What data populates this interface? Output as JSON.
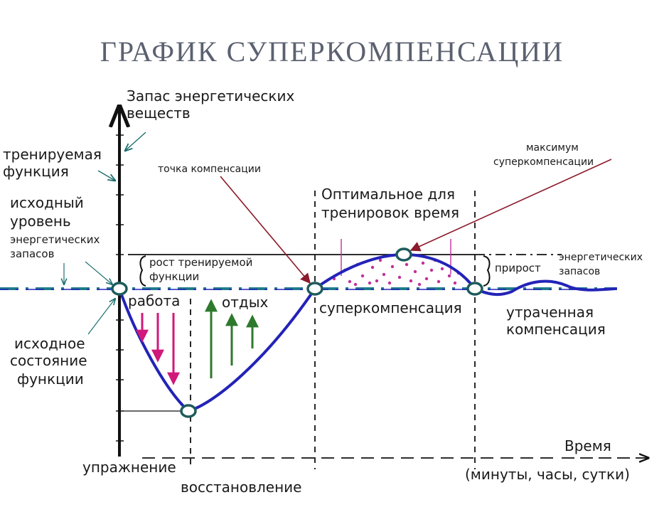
{
  "title": "ГРАФИК СУПЕРКОМПЕНСАЦИИ",
  "labels": {
    "y_axis_line1": "Запас энергетических",
    "y_axis_line2": "веществ",
    "trained_line1": "тренируемая",
    "trained_line2": "функция",
    "initial_level_line1": "исходный",
    "initial_level_line2": "уровень",
    "initial_level_line3": "энергетических",
    "initial_level_line4": "запасов",
    "initial_state_line1": "исходное",
    "initial_state_line2": "состояние",
    "initial_state_line3": "функции",
    "growth_line1": "рост тренируемой",
    "growth_line2": "функции",
    "work": "работа",
    "rest": "отдых",
    "compensation_point": "точка компенсации",
    "optimal_line1": "Оптимальное для",
    "optimal_line2": "тренировок время",
    "max_line1": "максимум",
    "max_line2": "суперкомпенсации",
    "supercompensation": "суперкомпенсация",
    "increase_label": "прирост",
    "energy_line1": "энергетических",
    "energy_line2": "запасов",
    "lost_line1": "утраченная",
    "lost_line2": "компенсация",
    "x_axis_line1": "Время",
    "x_axis_line2": "(минуты, часы, сутки)",
    "exercise": "упражнение",
    "recovery": "восстановление"
  },
  "colors": {
    "curve": "#2323b8",
    "baseline": "#1f7a8c",
    "work_arrows": "#d0197a",
    "rest_arrows": "#2d7a2d",
    "dots": "#c0309a",
    "pointer": "#8b1a2a",
    "title": "#5b6170"
  }
}
